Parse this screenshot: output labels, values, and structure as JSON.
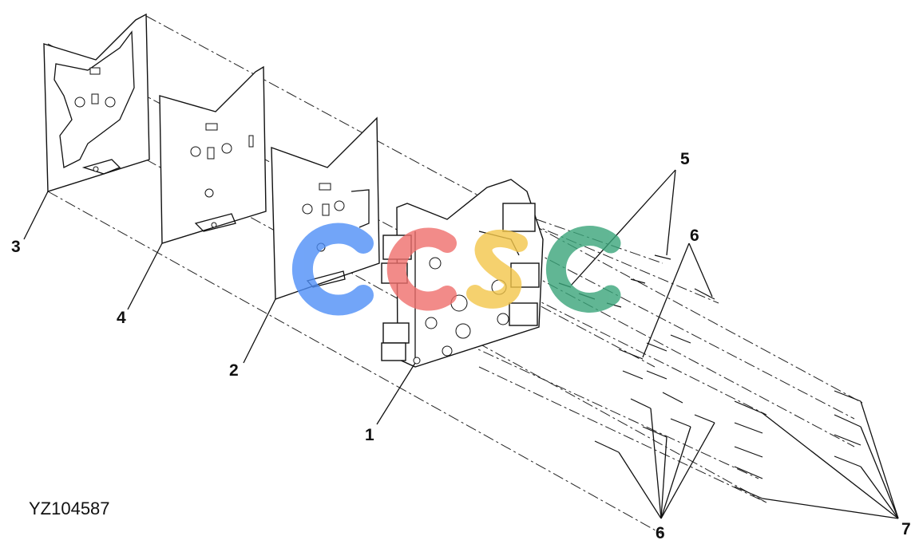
{
  "figure_id": "YZ104587",
  "callouts": {
    "c1": "1",
    "c2": "2",
    "c3": "3",
    "c4": "4",
    "c5": "5",
    "c6a": "6",
    "c6b": "6",
    "c7": "7"
  },
  "watermark": {
    "text": "CCSC",
    "colors": [
      "#4f8ff7",
      "#ef6f6c",
      "#f3c64a",
      "#3aa57a"
    ]
  },
  "line_color": "#111111"
}
